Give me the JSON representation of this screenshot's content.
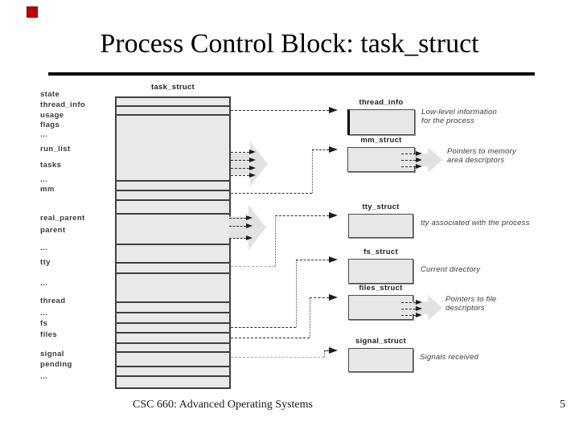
{
  "slide": {
    "title": "Process Control Block: task_struct",
    "footer": "CSC 660: Advanced Operating Systems",
    "page_number": "5",
    "marker_color": "#c00000"
  },
  "diagram": {
    "box_title": "task_struct",
    "fields": [
      "state",
      "thread_info",
      "usage",
      "flags",
      "...",
      "run_list",
      "tasks",
      "...",
      "mm",
      "real_parent",
      "parent",
      "...",
      "tty",
      "...",
      "thread",
      "...",
      "fs",
      "files",
      "signal",
      "pending",
      "..."
    ],
    "structs": [
      {
        "id": "thread-info",
        "name": "thread_info",
        "annotation_lines": [
          "Low-level information",
          "for the process"
        ]
      },
      {
        "id": "mm-struct",
        "name": "mm_struct",
        "annotation_lines": [
          "Pointers to memory",
          "area descriptors"
        ]
      },
      {
        "id": "tty-struct",
        "name": "tty_struct",
        "annotation_lines": [
          "tty associated with the process"
        ]
      },
      {
        "id": "fs-struct",
        "name": "fs_struct",
        "annotation_lines": [
          "Current directory"
        ]
      },
      {
        "id": "files-struct",
        "name": "files_struct",
        "annotation_lines": [
          "Pointers to file",
          "descriptors"
        ]
      },
      {
        "id": "signal-struct",
        "name": "signal_struct",
        "annotation_lines": [
          "Signals received"
        ]
      }
    ],
    "colors": {
      "box_fill": "#e9e9e9",
      "box_border": "#3f3f3f",
      "arrow_fill": "#e2e2e2",
      "connector_dark": "#2f2f2f",
      "connector_light": "#a8a8a8"
    }
  }
}
